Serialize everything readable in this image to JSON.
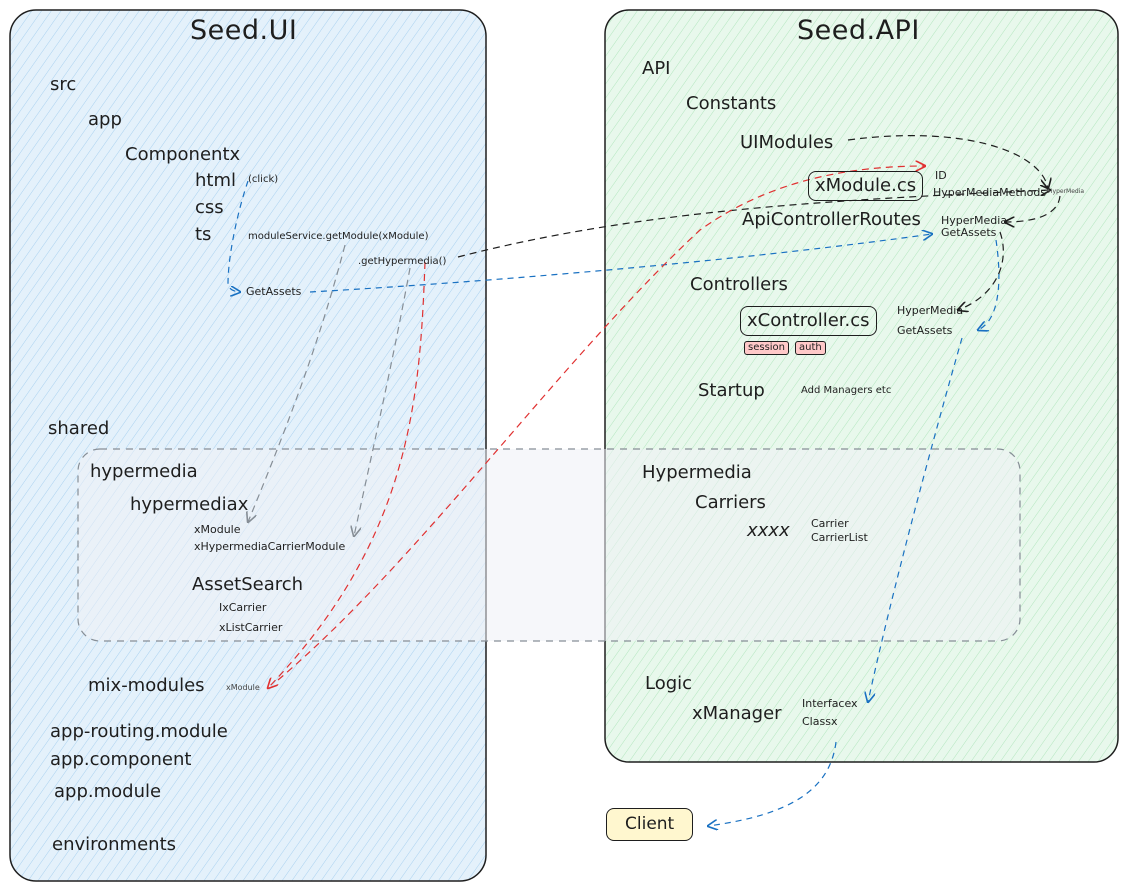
{
  "ui_panel": {
    "title": "Seed.UI",
    "src": "src",
    "app": "app",
    "component": "Componentx",
    "files": {
      "html": "html",
      "css": "css",
      "ts": "ts"
    },
    "click_note": "(click)",
    "get_module_call": "moduleService.getModule(xModule)",
    "get_hypermedia_call": ".getHypermedia()",
    "get_assets": "GetAssets",
    "shared": "shared",
    "hypermedia": "hypermedia",
    "hypermediax": "hypermediax",
    "x_module": "xModule",
    "x_hypermedia_carrier_module": "xHypermediaCarrierModule",
    "asset_search": "AssetSearch",
    "ix_carrier": "IxCarrier",
    "x_list_carrier": "xListCarrier",
    "mix_modules": "mix-modules",
    "mix_modules_note": "xModule",
    "app_routing_module": "app-routing.module",
    "app_component": "app.component",
    "app_module": "app.module",
    "environments": "environments"
  },
  "api_panel": {
    "title": "Seed.API",
    "api": "API",
    "constants": "Constants",
    "ui_modules": "UIModules",
    "x_module_cs": "xModule.cs",
    "id": "ID",
    "hypermedia_methods": "HyperMediaMethods",
    "hypermedia_tiny": "HyperMedia",
    "api_controller_routes": "ApiControllerRoutes",
    "routes_hypermedia": "HyperMedia",
    "routes_get_assets": "GetAssets",
    "controllers": "Controllers",
    "x_controller_cs": "xController.cs",
    "ctrl_hypermedia": "HyperMedia",
    "ctrl_get_assets": "GetAssets",
    "session_tag": "session",
    "auth_tag": "auth",
    "startup": "Startup",
    "startup_note": "Add Managers etc",
    "hypermedia": "Hypermedia",
    "carriers": "Carriers",
    "xxxx": "xxxx",
    "carrier": "Carrier",
    "carrier_list": "CarrierList",
    "logic": "Logic",
    "x_manager": "xManager",
    "interfacex": "Interfacex",
    "classx": "Classx"
  },
  "client": {
    "label": "Client"
  },
  "colors": {
    "ui_fill": "#e2f0fb",
    "api_fill": "#e4f7e8",
    "shared_fill": "#eef1f5",
    "blue_arrow": "#1971c2",
    "red_arrow": "#e03131",
    "gray_arrow": "#868e96",
    "black_arrow": "#1e1e1e",
    "client_fill": "#fff7cf",
    "tag_fill": "#ffc9c9"
  }
}
